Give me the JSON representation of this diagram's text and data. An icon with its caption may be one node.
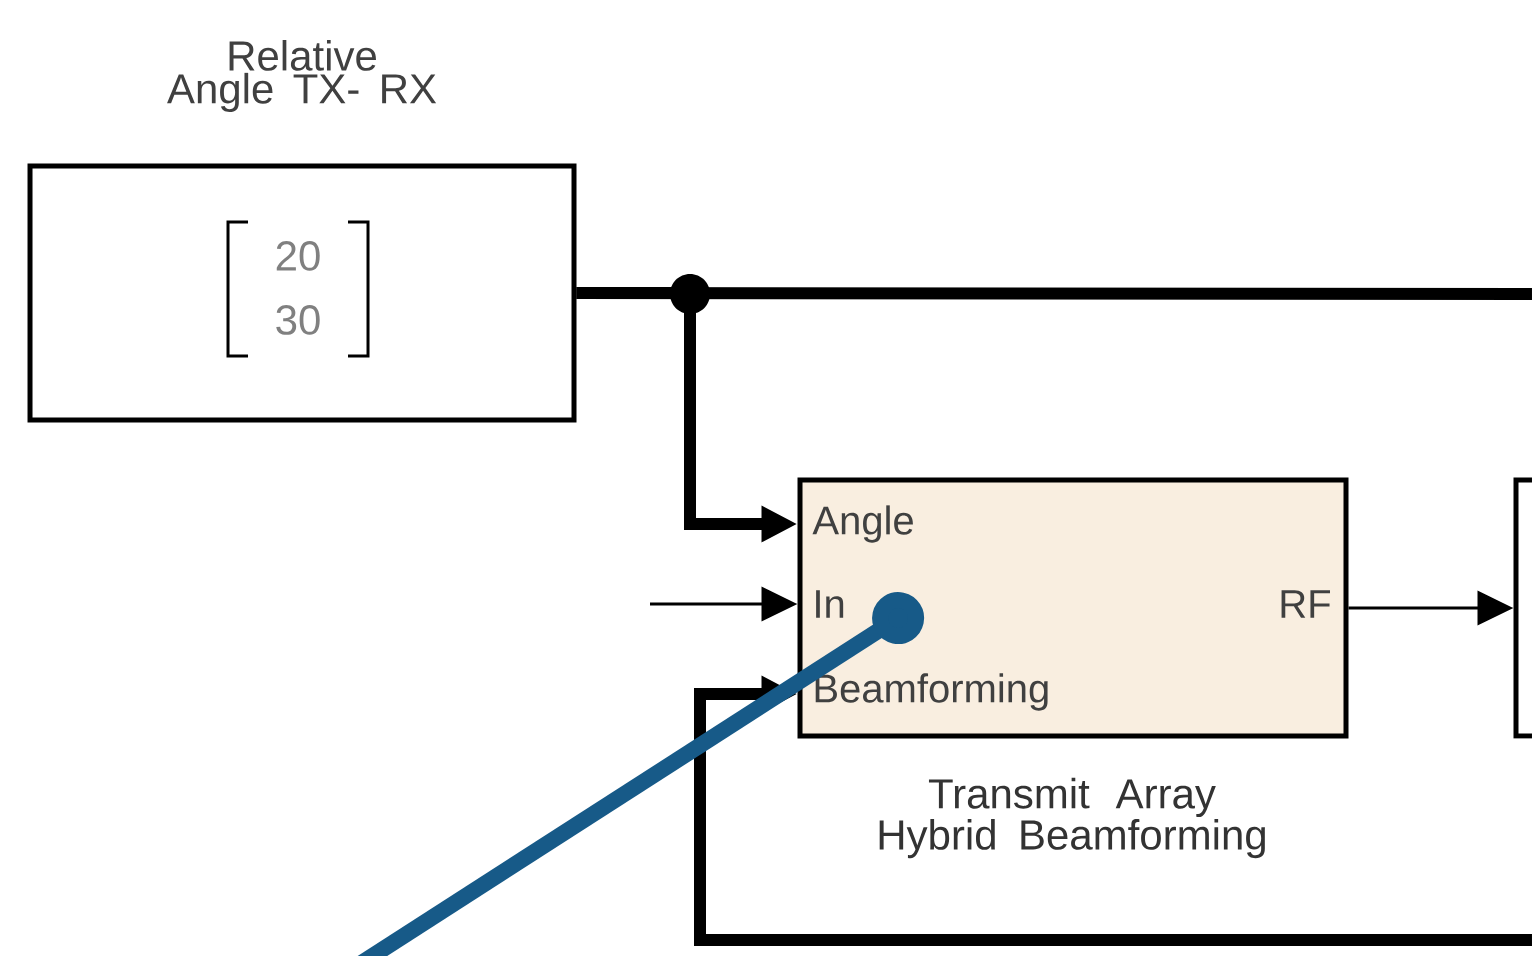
{
  "diagram": {
    "nodes": [
      {
        "text": [
          "Relative Angle TX- RX",
          "20",
          "30"
        ]
      },
      {
        "text": [
          "Angle",
          "In",
          "Beamforming",
          "RF",
          "Transmit Array Hybrid Beamforming"
        ]
      },
      {
        "text": [],
        "shape": "box"
      }
    ],
    "edges": [
      {
        "from": 0,
        "to": 1,
        "arrow": "to"
      },
      {
        "from": 0,
        "to": null,
        "arrow": "none"
      },
      {
        "from": null,
        "to": 1,
        "arrow": "to"
      },
      {
        "from": null,
        "to": 1,
        "arrow": "to"
      },
      {
        "from": 1,
        "to": 2,
        "arrow": "to"
      },
      {
        "from": null,
        "to": 1,
        "arrow": "other",
        "color": "#175a88"
      }
    ]
  }
}
